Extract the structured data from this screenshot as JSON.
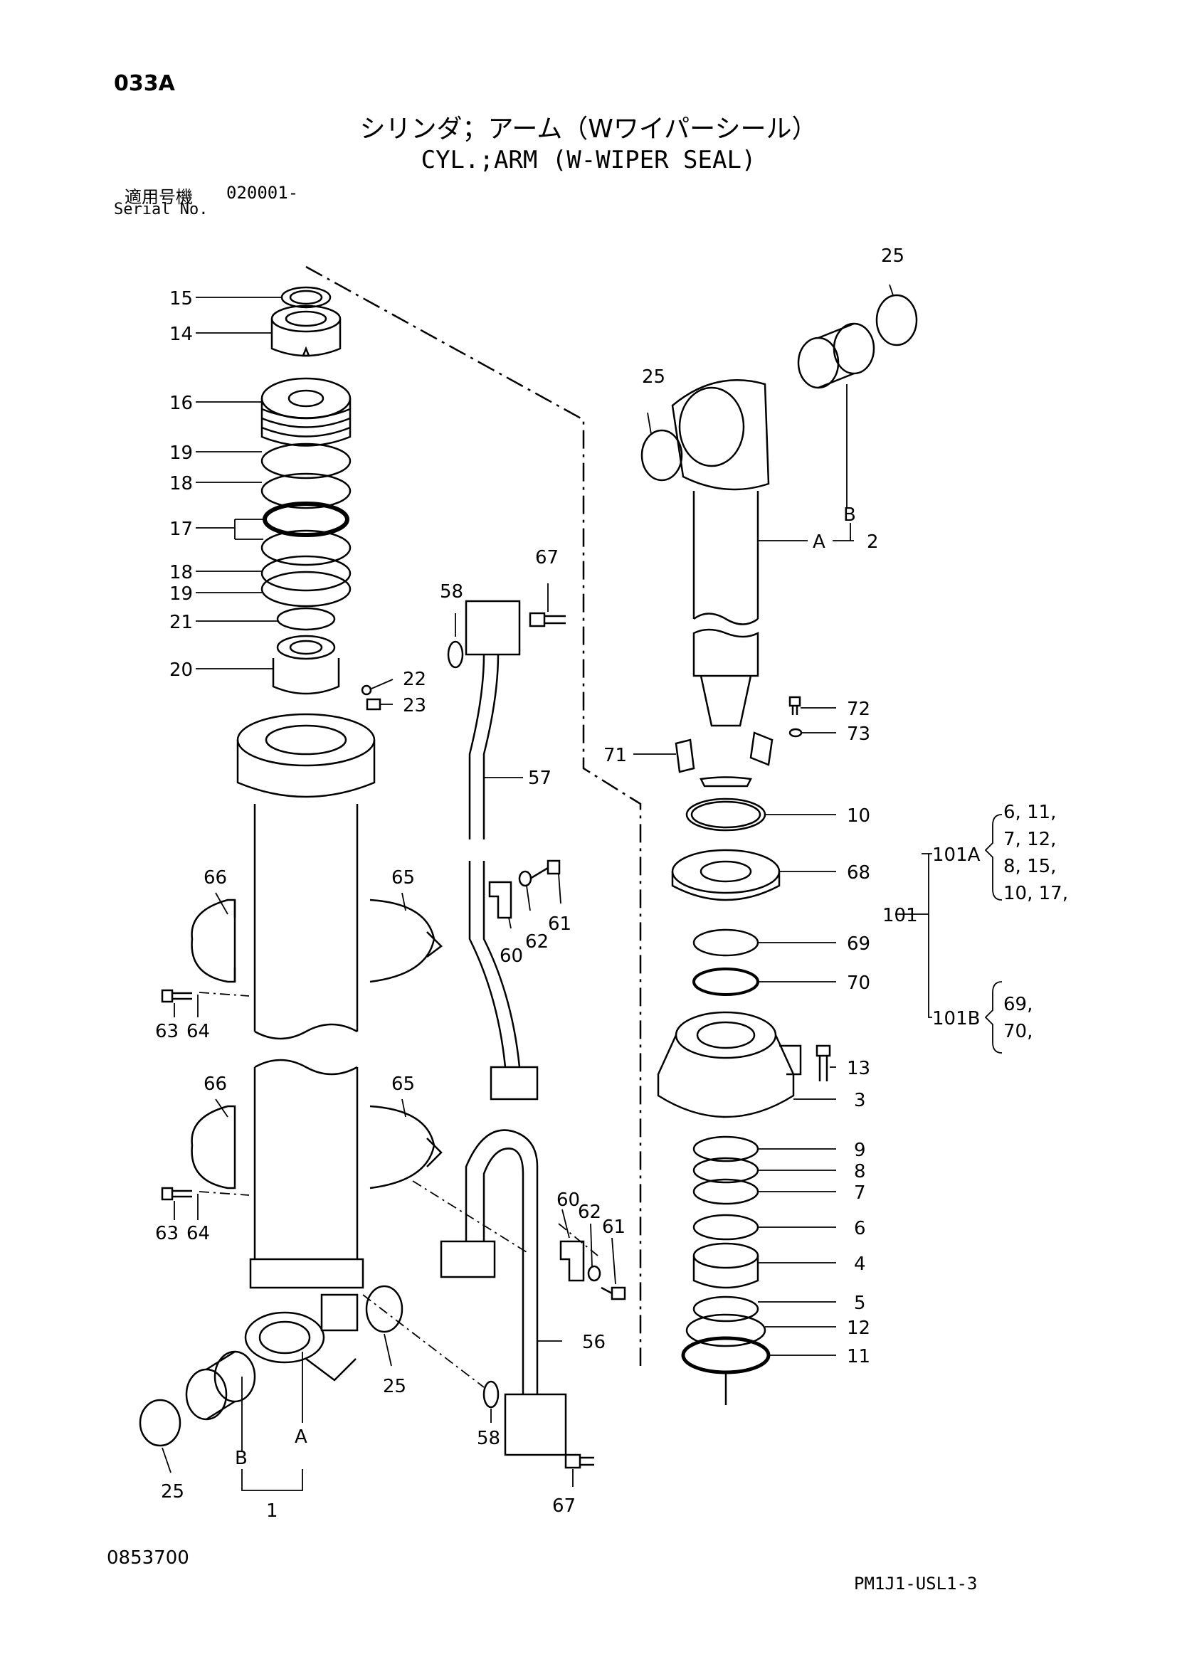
{
  "header": {
    "page_code": "033A",
    "title_jp": "シリンダ；アーム（Wワイパーシール）",
    "title_en": "CYL.;ARM (W-WIPER SEAL)",
    "serial_label_jp": "適用号機",
    "serial_value": "020001-",
    "serial_label_en": "Serial No."
  },
  "footer": {
    "doc_number": "0853700",
    "figure_code": "PM1J1-USL1-3"
  },
  "callouts": {
    "c15": "15",
    "c14": "14",
    "c16": "16",
    "c19a": "19",
    "c18a": "18",
    "c17": "17",
    "c18b": "18",
    "c19b": "19",
    "c21": "21",
    "c20": "20",
    "c22": "22",
    "c23": "23",
    "c66a": "66",
    "c65a": "65",
    "c63a": "63",
    "c64a": "64",
    "c66b": "66",
    "c65b": "65",
    "c63b": "63",
    "c64b": "64",
    "c58a": "58",
    "c67a": "67",
    "c57": "57",
    "c60a": "60",
    "c62a": "62",
    "c61a": "61",
    "c60b": "60",
    "c62b": "62",
    "c61b": "61",
    "c56": "56",
    "c58b": "58",
    "c67b": "67",
    "c25a": "25",
    "c25b": "25",
    "c25c": "25",
    "c25d": "25",
    "cA1": "A",
    "cB1": "B",
    "c1": "1",
    "cA2": "A",
    "cB2": "B",
    "c2": "2",
    "c72": "72",
    "c73": "73",
    "c71": "71",
    "c10": "10",
    "c68": "68",
    "c69": "69",
    "c70": "70",
    "c13": "13",
    "c3": "3",
    "c9": "9",
    "c8": "8",
    "c7": "7",
    "c6": "6",
    "c4": "4",
    "c5": "5",
    "c12": "12",
    "c11": "11"
  },
  "kits": {
    "k101": "101",
    "k101A": "101A",
    "k101B": "101B",
    "k101A_items": [
      "6, 11,",
      "7, 12,",
      "8, 15,",
      "10, 17,"
    ],
    "k101B_items": [
      "69,",
      "70,"
    ]
  }
}
